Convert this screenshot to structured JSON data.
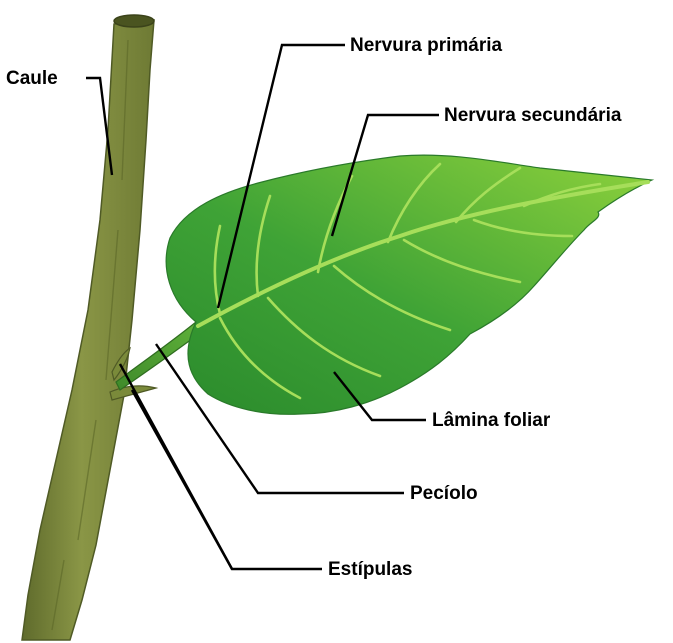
{
  "labels": {
    "caule": "Caule",
    "nervura_primaria": "Nervura primária",
    "nervura_secundaria": "Nervura secundária",
    "lamina_foliar": "Lâmina foliar",
    "peciolo": "Pecíolo",
    "estipulas": "Estípulas"
  },
  "colors": {
    "stem": "#7d8a3e",
    "stem_dark": "#4f5a25",
    "leaf_dark": "#2e8f2e",
    "leaf_light": "#8cd03a",
    "vein": "#a6de5a",
    "leader": "#000000"
  }
}
